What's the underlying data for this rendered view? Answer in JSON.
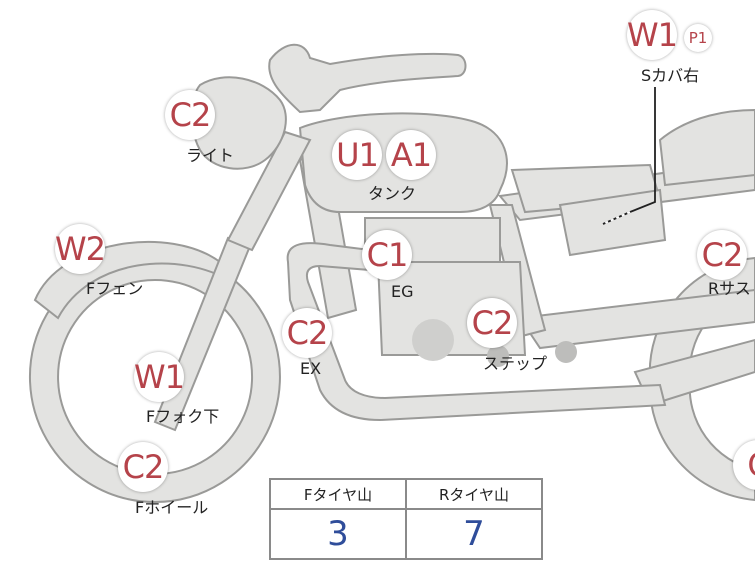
{
  "colors": {
    "body_fill": "#e3e3e1",
    "outline": "#9a9a98",
    "code": "#b5434a",
    "value": "#2f4d9a",
    "leader": "#222222"
  },
  "parts": [
    {
      "id": "light",
      "codes": [
        "C2"
      ],
      "label": "ライト"
    },
    {
      "id": "tank",
      "codes": [
        "U1",
        "A1"
      ],
      "label": "タンク"
    },
    {
      "id": "scover",
      "codes": [
        "W1"
      ],
      "sub_code": "P1",
      "label": "Sカバ右"
    },
    {
      "id": "ffender",
      "codes": [
        "W2"
      ],
      "label": "Fフェン"
    },
    {
      "id": "eg",
      "codes": [
        "C1"
      ],
      "label": "EG"
    },
    {
      "id": "rsus",
      "codes": [
        "C2"
      ],
      "label": "Rサス"
    },
    {
      "id": "ex",
      "codes": [
        "C2"
      ],
      "label": "EX"
    },
    {
      "id": "step",
      "codes": [
        "C2"
      ],
      "label": "ステップ"
    },
    {
      "id": "ffork",
      "codes": [
        "W1"
      ],
      "label": "Fフォク下"
    },
    {
      "id": "fwheel",
      "codes": [
        "C2"
      ],
      "label": "Fホイール"
    },
    {
      "id": "rwheel",
      "codes": [
        "C"
      ],
      "label": ""
    }
  ],
  "tire_table": {
    "headers": [
      "Fタイヤ山",
      "Rタイヤ山"
    ],
    "values": [
      "3",
      "7"
    ]
  }
}
